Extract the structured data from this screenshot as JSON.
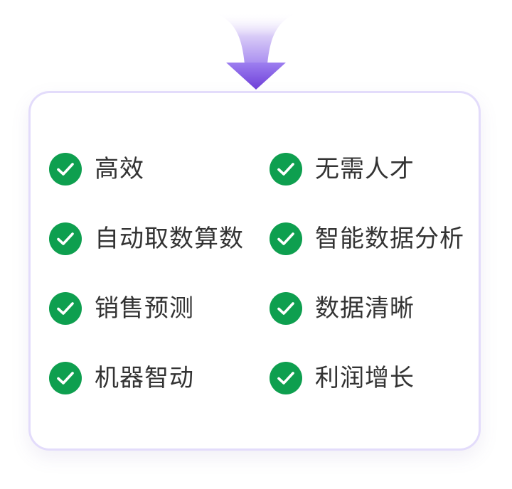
{
  "items": [
    {
      "label": "高效"
    },
    {
      "label": "无需人才"
    },
    {
      "label": "自动取数算数"
    },
    {
      "label": "智能数据分析"
    },
    {
      "label": "销售预测"
    },
    {
      "label": "数据清晰"
    },
    {
      "label": "机器智动"
    },
    {
      "label": "利润增长"
    }
  ],
  "colors": {
    "check_green": "#0e9f4f",
    "card_border": "#e3dcfb",
    "arrow_purple": "#7c4ddf",
    "text": "#333333"
  },
  "icons": {
    "check": "check-circle-icon",
    "arrow": "arrow-down-icon"
  }
}
